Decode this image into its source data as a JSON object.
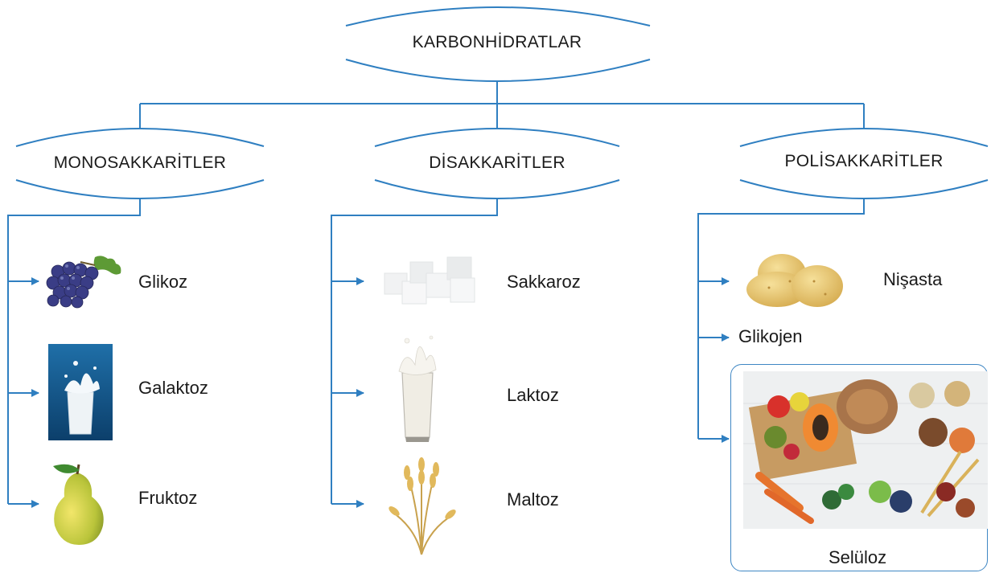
{
  "root": {
    "label": "KARBONHİDRATLAR"
  },
  "groups": [
    {
      "label": "MONOSAKKARİTLER",
      "items": [
        {
          "label": "Glikoz",
          "icon": "grapes-icon"
        },
        {
          "label": "Galaktoz",
          "icon": "milk-splash-icon"
        },
        {
          "label": "Fruktoz",
          "icon": "pear-icon"
        }
      ]
    },
    {
      "label": "DİSAKKARİTLER",
      "items": [
        {
          "label": "Sakkaroz",
          "icon": "sugar-cubes-icon"
        },
        {
          "label": "Laktoz",
          "icon": "milk-glass-icon"
        },
        {
          "label": "Maltoz",
          "icon": "wheat-icon"
        }
      ]
    },
    {
      "label": "POLİSAKKARİTLER",
      "items": [
        {
          "label": "Nişasta",
          "icon": "potatoes-icon"
        },
        {
          "label": "Glikojen",
          "icon": ""
        },
        {
          "label": "Selüloz",
          "icon": "fiber-foods-icon"
        }
      ]
    }
  ],
  "colors": {
    "connector": "#2f7fc1",
    "card_border": "#3f87c4"
  }
}
